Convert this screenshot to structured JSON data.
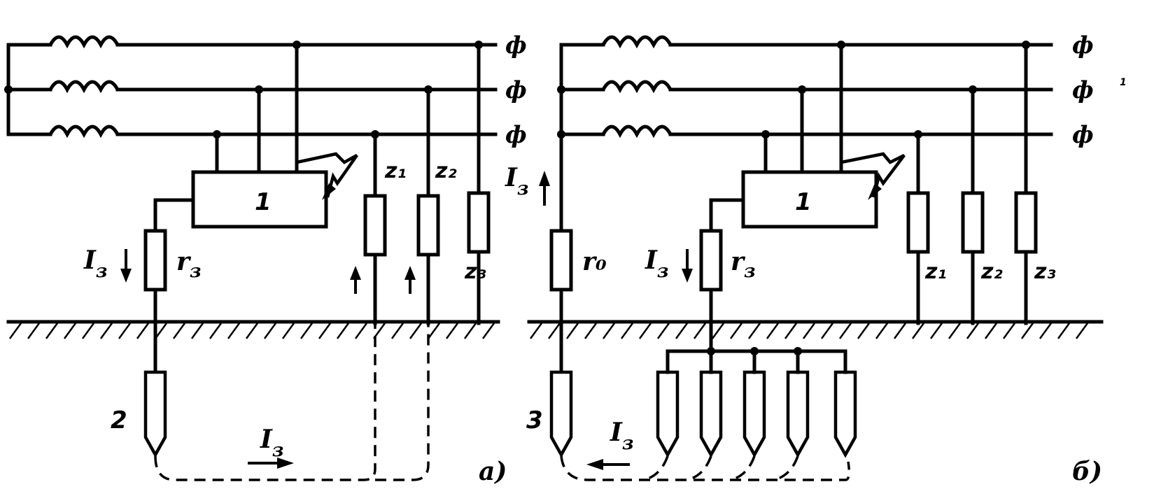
{
  "labels": {
    "phase": "ф",
    "device": "1",
    "z1": "z₁",
    "z2": "z₂",
    "z3": "z₃",
    "rz": "r",
    "r0": "r₀",
    "Iz": "I",
    "Iz_sub": "з",
    "rz_sub": "з",
    "electrode_a": "2",
    "electrode_b": "3",
    "caption_a": "а)",
    "caption_b": "б)",
    "margin_mark": "1"
  },
  "icons": {
    "inductor": "inductor-icon",
    "resistor": "resistor-icon",
    "electrode": "ground-electrode-icon",
    "ground": "earth-ground-icon",
    "fault": "lightning-fault-icon"
  }
}
